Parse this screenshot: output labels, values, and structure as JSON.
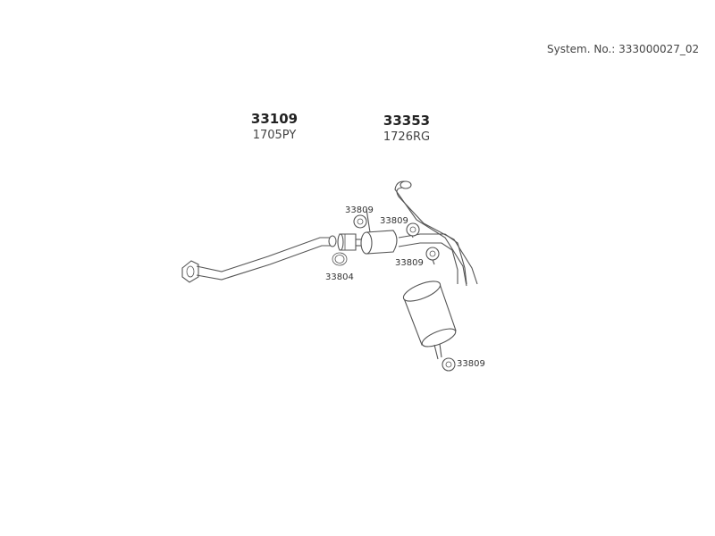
{
  "header": {
    "system_no": "System. No.: 333000027_02"
  },
  "parts": [
    {
      "number": "33109",
      "code": "1705PY"
    },
    {
      "number": "33353",
      "code": "1726RG"
    }
  ],
  "callouts": {
    "hanger_a": "33809",
    "hanger_b": "33809",
    "hanger_c": "33809",
    "hanger_d": "33809",
    "gasket": "33804"
  }
}
